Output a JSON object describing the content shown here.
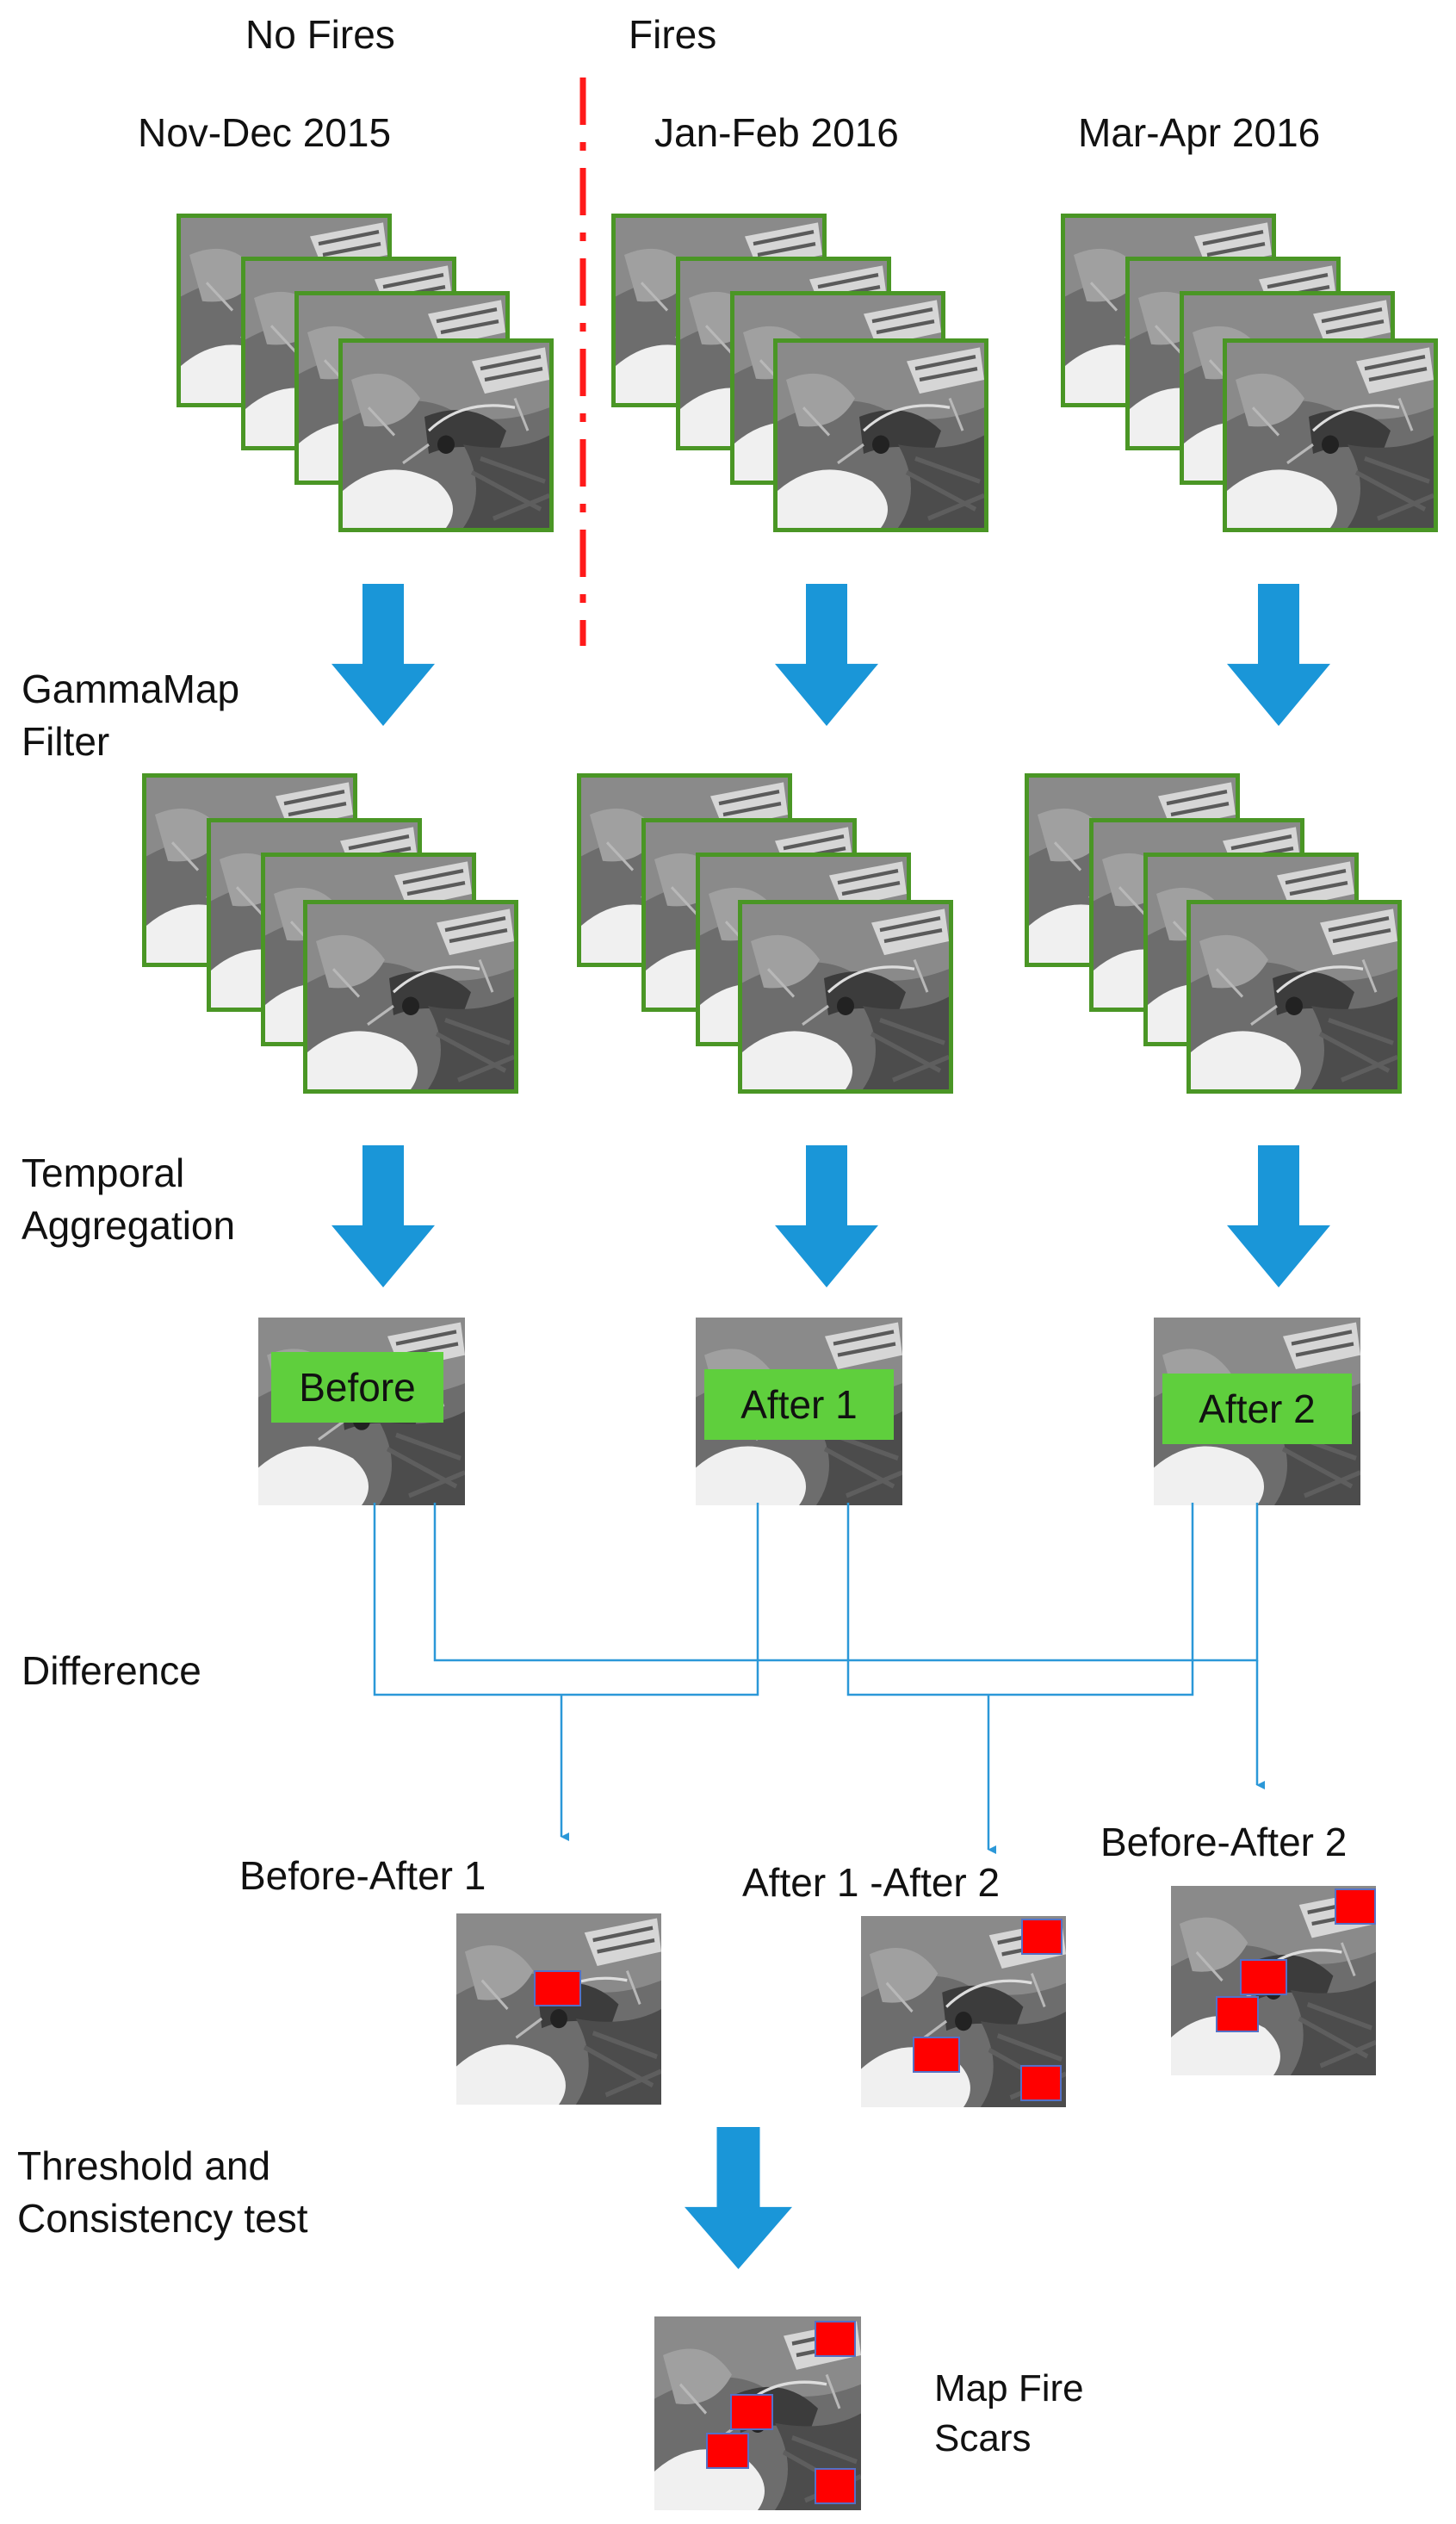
{
  "headers": {
    "no_fires": "No Fires",
    "fires": "Fires",
    "periods": [
      "Nov-Dec 2015",
      "Jan-Feb 2016",
      "Mar-Apr 2016"
    ]
  },
  "steps": {
    "filter": "GammaMap\nFilter",
    "aggregation": "Temporal\nAggregation",
    "difference": "Difference",
    "threshold": "Threshold and\nConsistency test"
  },
  "aggregates": [
    "Before",
    "After 1",
    "After 2"
  ],
  "differences": [
    "Before-After 1",
    "After 1 -After  2",
    "Before-After 2"
  ],
  "result_label": "Map Fire\nScars",
  "colors": {
    "frame_border": "#4a9625",
    "label_fill": "#5fcf3d",
    "arrow": "#1a96d8",
    "connector": "#2b98d8",
    "divider": "#ff1a1a",
    "fire_scar": "#ff0000"
  },
  "icons": {
    "arrow": "down-arrow-icon",
    "divider": "dash-dot-divider",
    "scar": "red-square-marker"
  }
}
